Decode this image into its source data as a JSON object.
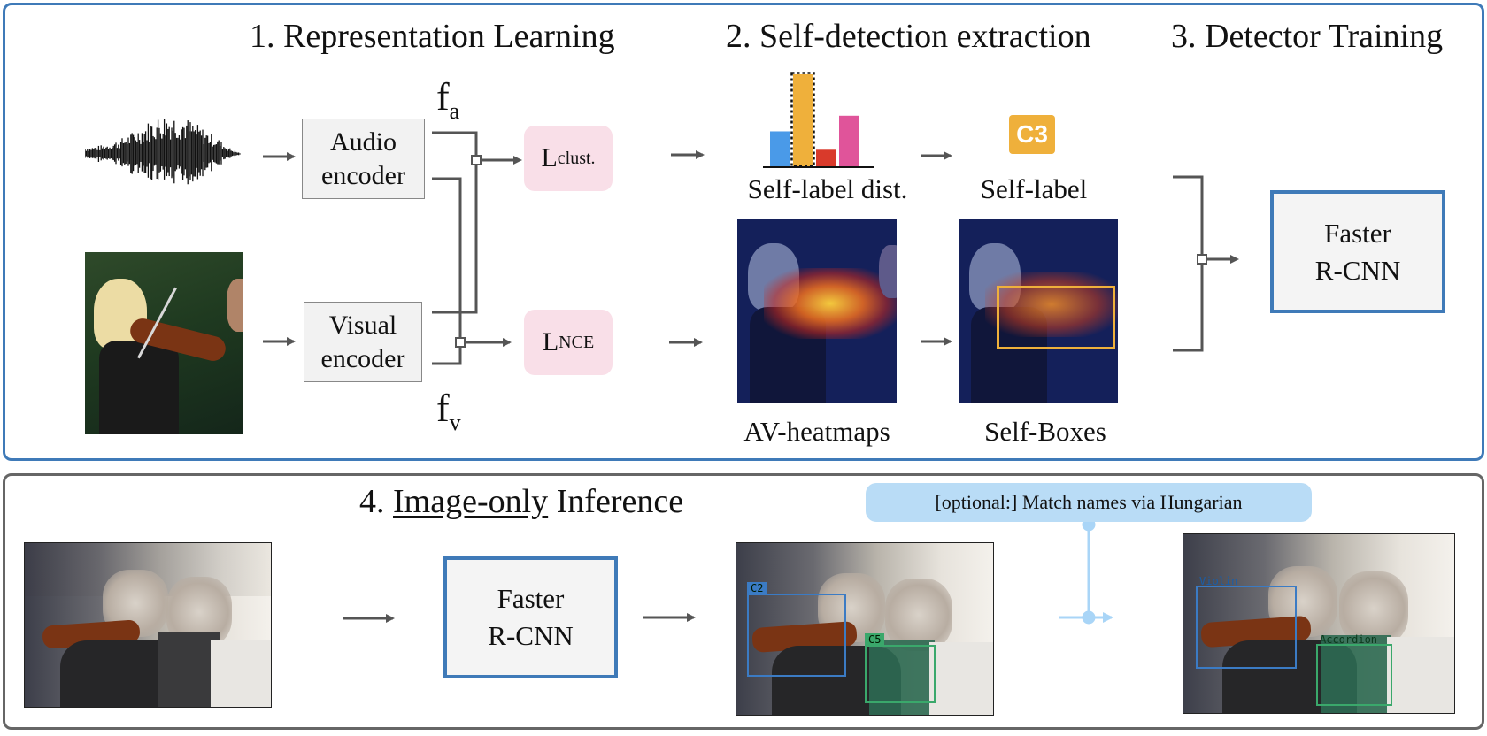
{
  "sections": {
    "representation_learning": "1. Representation Learning",
    "self_detection": "2. Self-detection extraction",
    "detector_training": "3. Detector Training",
    "inference_prefix": "4. ",
    "inference_underlined": "Image-only",
    "inference_suffix": " Inference"
  },
  "encoders": {
    "audio": [
      "Audio",
      "encoder"
    ],
    "visual": [
      "Visual",
      "encoder"
    ]
  },
  "features": {
    "audio": {
      "base": "f",
      "sub": "a"
    },
    "visual": {
      "base": "f",
      "sub": "v"
    }
  },
  "losses": {
    "cluster": {
      "base": "L",
      "sub": "clust."
    },
    "nce": {
      "base": "L",
      "sub": "NCE"
    }
  },
  "self_label_dist": {
    "label": "Self-label dist.",
    "values": [
      0.38,
      1.0,
      0.18,
      0.55
    ],
    "colors": [
      "#4a9ae8",
      "#efb03b",
      "#d93a2b",
      "#e0549a"
    ],
    "highlighted_index": 1
  },
  "self_label": {
    "label": "Self-label",
    "badge": "C3",
    "color": "#efb03b"
  },
  "heatmaps_label": "AV-heatmaps",
  "selfboxes_label": "Self-Boxes",
  "detector": {
    "line1": "Faster",
    "line2": "R-CNN"
  },
  "optional_note": "[optional:] Match names via Hungarian",
  "detections_raw": [
    {
      "tag": "C2",
      "color": "#3b7bc4"
    },
    {
      "tag": "C5",
      "color": "#3aa86b"
    }
  ],
  "detections_named": [
    {
      "tag": "Violin",
      "color": "#3b7bc4"
    },
    {
      "tag": "Accordion",
      "color": "#3aa86b"
    }
  ],
  "colors": {
    "top_panel_border": "#3f7ab8",
    "bottom_panel_border": "#666666",
    "arrow": "#555555",
    "hungarian_connector": "#a9d5f7",
    "loss_fill": "#f9dfe8"
  }
}
